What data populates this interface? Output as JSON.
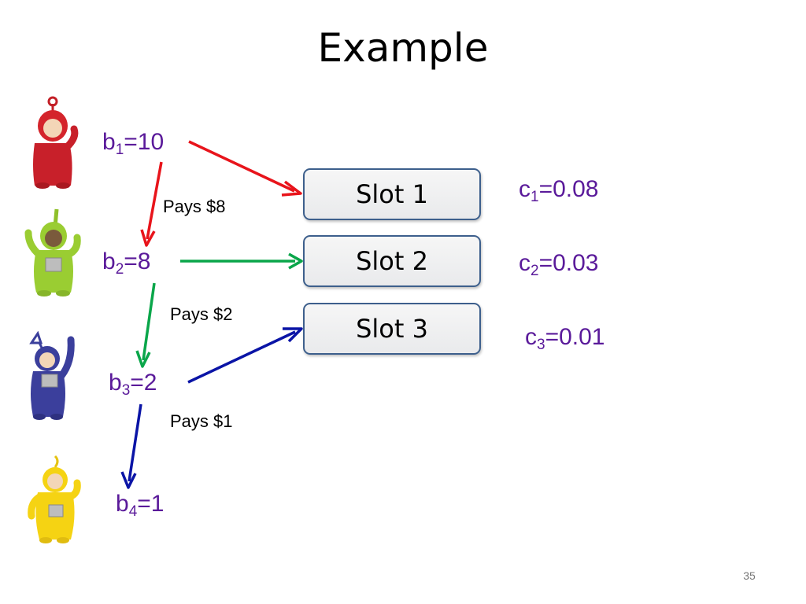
{
  "slide": {
    "title": "Example",
    "page_number": "35"
  },
  "bidders": [
    {
      "label": "b",
      "sub": "1",
      "value": "=10",
      "figure": "po-figure-icon",
      "color": "#d4242b"
    },
    {
      "label": "b",
      "sub": "2",
      "value": "=8",
      "figure": "dipsy-figure-icon",
      "color": "#9acd32"
    },
    {
      "label": "b",
      "sub": "3",
      "value": "=2",
      "figure": "tinky-winky-figure-icon",
      "color": "#3b3f9c"
    },
    {
      "label": "b",
      "sub": "4",
      "value": "=1",
      "figure": "laa-laa-figure-icon",
      "color": "#f5d313"
    }
  ],
  "slots": [
    {
      "label": "Slot 1"
    },
    {
      "label": "Slot 2"
    },
    {
      "label": "Slot 3"
    }
  ],
  "ctrs": [
    {
      "label": "c",
      "sub": "1",
      "value": "=0.08"
    },
    {
      "label": "c",
      "sub": "2",
      "value": "=0.03"
    },
    {
      "label": "c",
      "sub": "3",
      "value": "=0.01"
    }
  ],
  "payments": [
    {
      "text": "Pays $8"
    },
    {
      "text": "Pays $2"
    },
    {
      "text": "Pays $1"
    }
  ],
  "arrow_colors": {
    "red": "#e8141b",
    "green": "#0aa64a",
    "blue": "#0a14a6"
  }
}
